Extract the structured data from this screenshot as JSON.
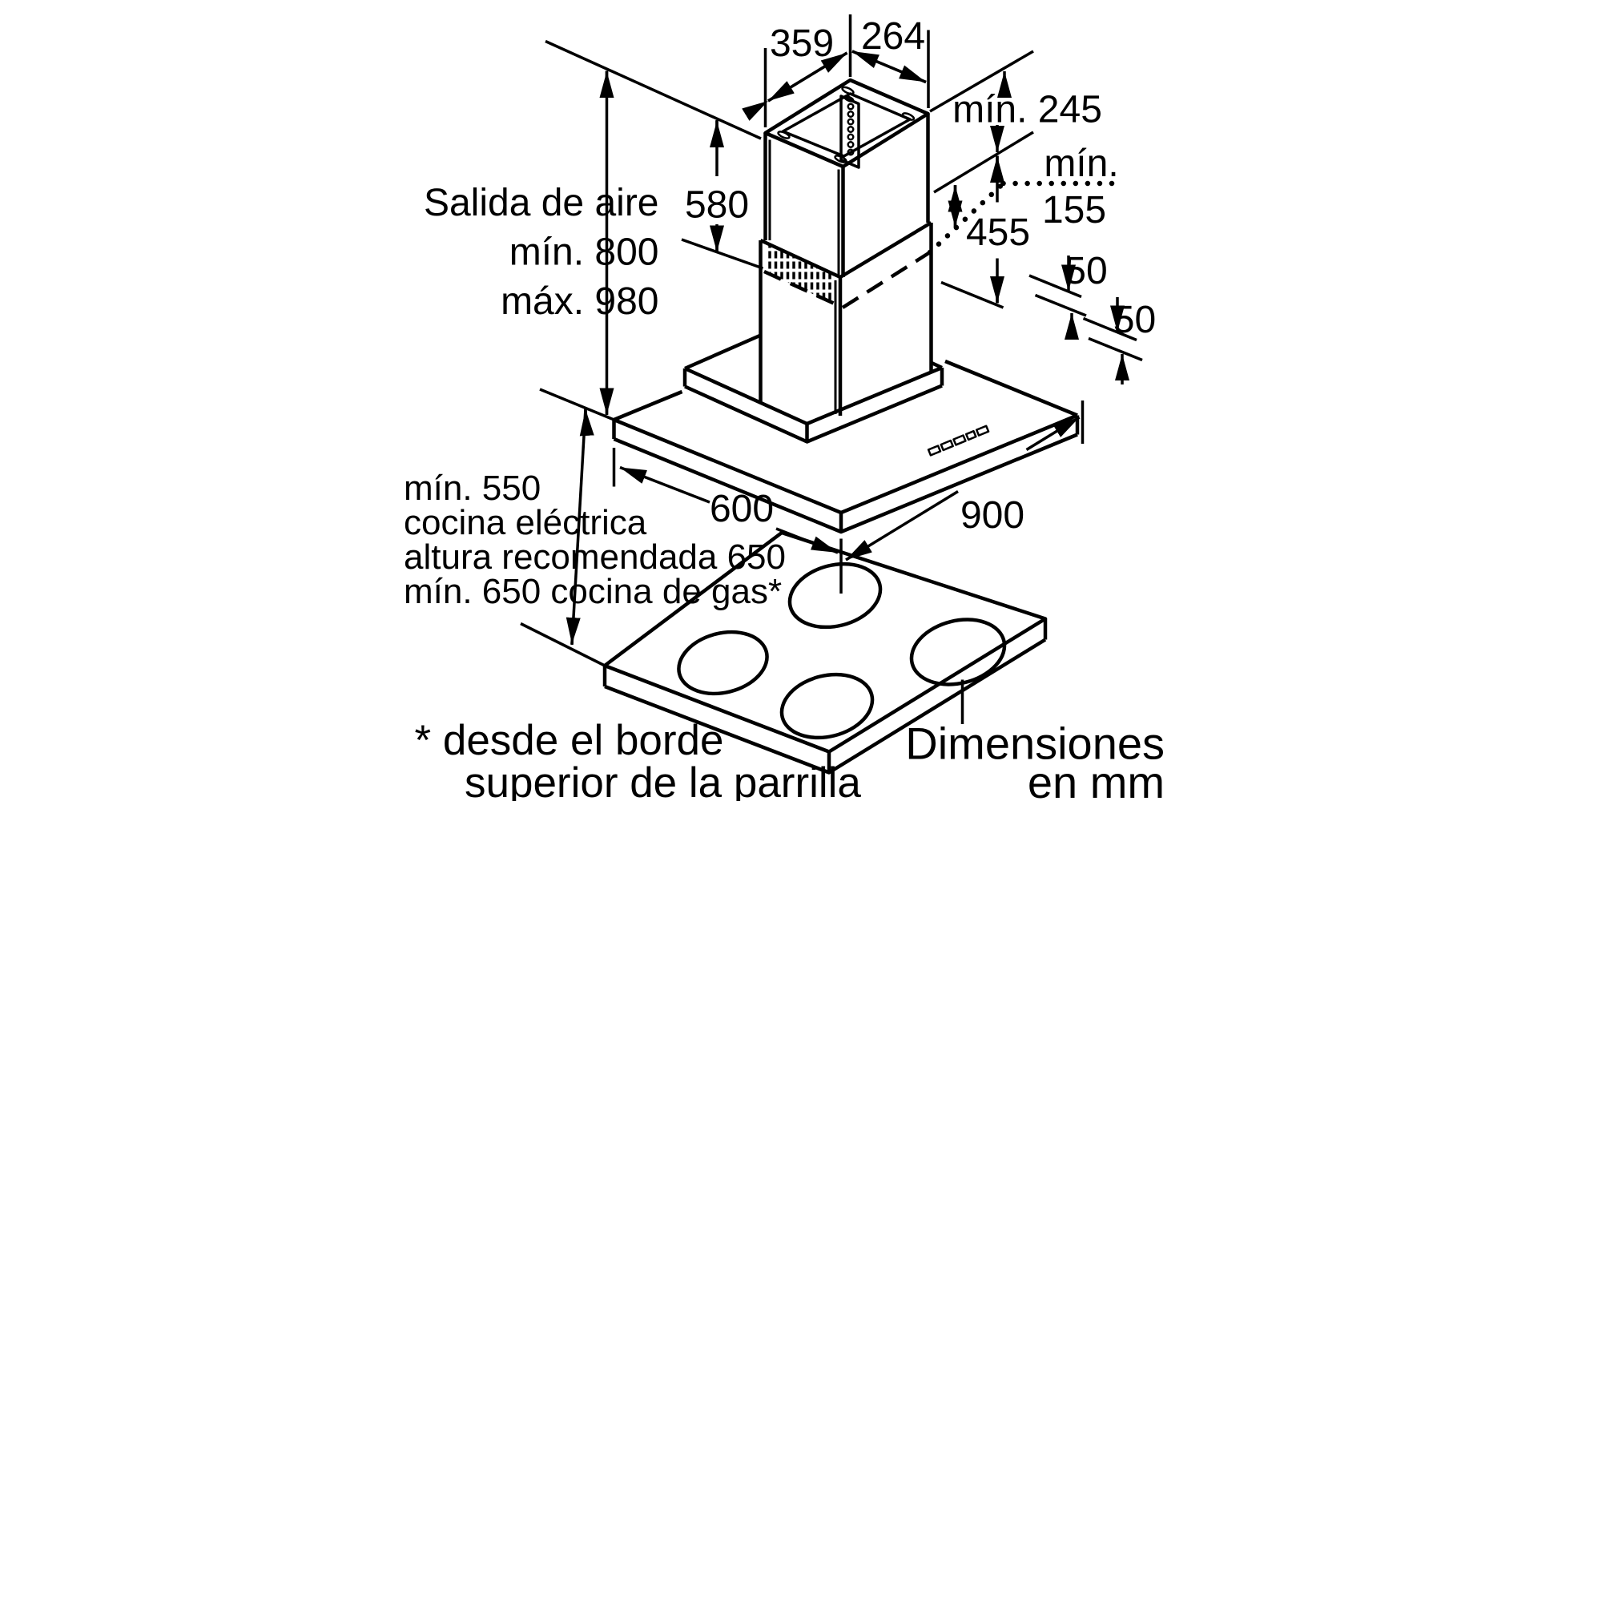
{
  "labels": {
    "dim_359": "359",
    "dim_264": "264",
    "dim_min245": "mín. 245",
    "dim_min_word": "mín.",
    "dim_155": "155",
    "dim_455": "455",
    "dim_580": "580",
    "air_line1": "Salida de aire",
    "air_line2": "mín. 800",
    "air_line3": "máx. 980",
    "dim_50_upper": "50",
    "dim_50_lower": "50",
    "dim_900": "900",
    "dim_600": "600",
    "height_line1": "mín. 550",
    "height_line2": "cocina eléctrica",
    "height_line3": "altura recomendada 650",
    "height_line4": "mín. 650 cocina de gas*",
    "footnote_line1": "* desde el borde",
    "footnote_line2": "superior de la parrilla",
    "units_line1": "Dimensiones",
    "units_line2": "en mm"
  },
  "colors": {
    "line": "#000000",
    "background": "#ffffff"
  }
}
